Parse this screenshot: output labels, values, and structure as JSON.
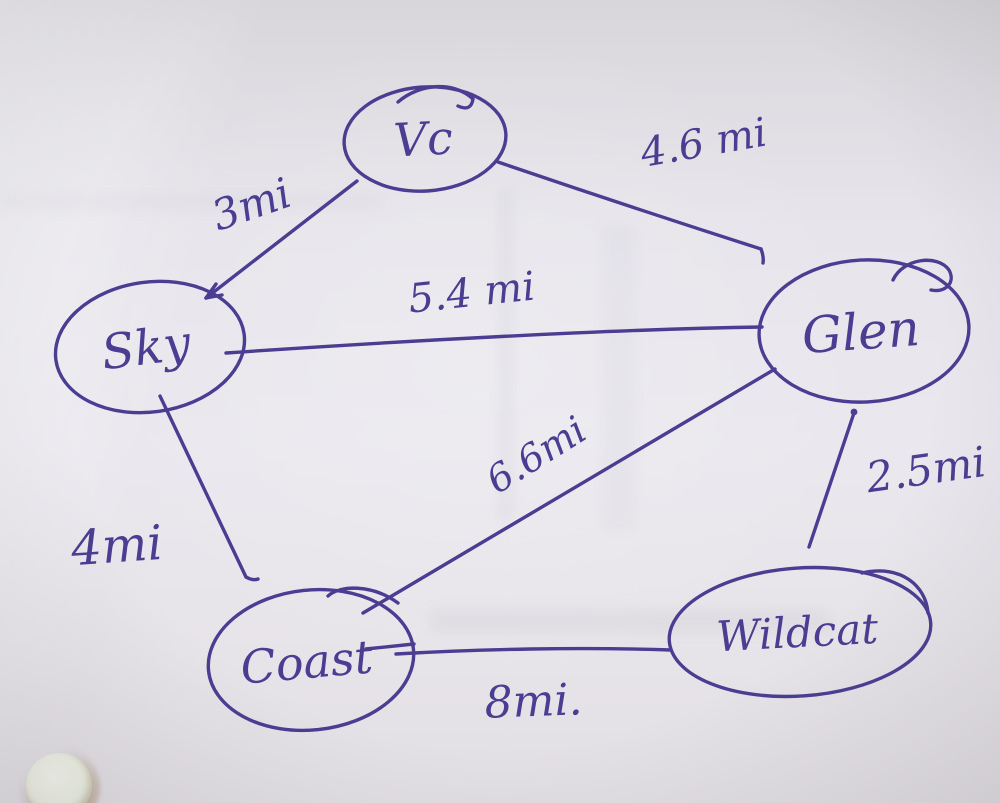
{
  "diagram": {
    "description": "Hand-drawn trail-distance graph in purple ink on paper",
    "ink_color": "#4a3d92",
    "paper_color": "#e7e5eb",
    "nodes": [
      {
        "id": "vc",
        "label": "Vc"
      },
      {
        "id": "sky",
        "label": "Sky"
      },
      {
        "id": "glen",
        "label": "Glen"
      },
      {
        "id": "coast",
        "label": "Coast"
      },
      {
        "id": "wildcat",
        "label": "Wildcat"
      }
    ],
    "edges": [
      {
        "from": "vc",
        "to": "sky",
        "label": "3mi"
      },
      {
        "from": "vc",
        "to": "glen",
        "label": "4.6 mi"
      },
      {
        "from": "sky",
        "to": "glen",
        "label": "5.4 mi"
      },
      {
        "from": "sky",
        "to": "coast",
        "label": "4mi"
      },
      {
        "from": "coast",
        "to": "glen",
        "label": "6.6mi"
      },
      {
        "from": "glen",
        "to": "wildcat",
        "label": "2.5mi"
      },
      {
        "from": "coast",
        "to": "wildcat",
        "label": "8mi."
      }
    ]
  }
}
